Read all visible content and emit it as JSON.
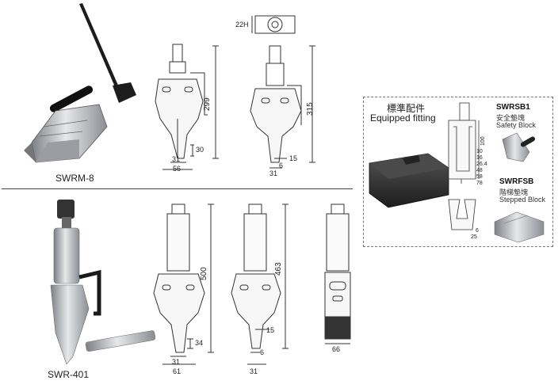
{
  "products": [
    {
      "model": "SWRM-8",
      "dimensions": {
        "d1": "22H",
        "d2": "299",
        "d3": "30",
        "d4": "31",
        "d5": "56",
        "d6": "315",
        "d7": "15",
        "d8": "31",
        "d9": "6"
      }
    },
    {
      "model": "SWR-401",
      "dimensions": {
        "d1": "500",
        "d2": "34",
        "d3": "31",
        "d4": "61",
        "d5": "463",
        "d6": "15",
        "d7": "6",
        "d8": "31",
        "d9": "66"
      }
    }
  ],
  "fitting": {
    "title_zh": "標準配件",
    "title_en": "Equipped fitting",
    "block_dims": {
      "h": "100",
      "a": "16",
      "b": "26.4",
      "c": "48",
      "d": "58",
      "e": "78",
      "f": "10"
    },
    "stepped_dims": {
      "a": "6",
      "b": "25"
    },
    "items": [
      {
        "code": "SWRSB1",
        "name_zh": "安全墊塊",
        "name_en": "Safety Block"
      },
      {
        "code": "SWRFSB",
        "name_zh": "階梯墊塊",
        "name_en": "Stepped Block"
      }
    ]
  },
  "colors": {
    "line": "#333333",
    "metal": "#b9bcc0",
    "dark": "#2a2a2a",
    "case": "#3a3a3a"
  }
}
